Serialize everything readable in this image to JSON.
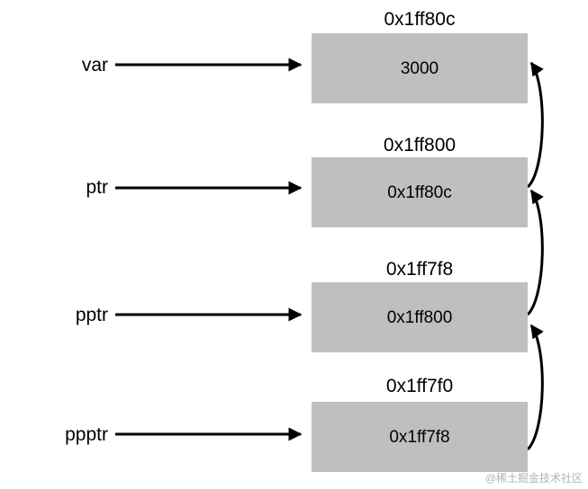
{
  "variables": [
    {
      "name": "var",
      "address": "0x1ff80c",
      "value": "3000"
    },
    {
      "name": "ptr",
      "address": "0x1ff800",
      "value": "0x1ff80c"
    },
    {
      "name": "pptr",
      "address": "0x1ff7f8",
      "value": "0x1ff800"
    },
    {
      "name": "ppptr",
      "address": "0x1ff7f0",
      "value": "0x1ff7f8"
    }
  ],
  "watermark": "@稀土掘金技术社区",
  "colors": {
    "box_fill": "#bfbfbf",
    "arrow": "#000000",
    "text": "#000000"
  }
}
